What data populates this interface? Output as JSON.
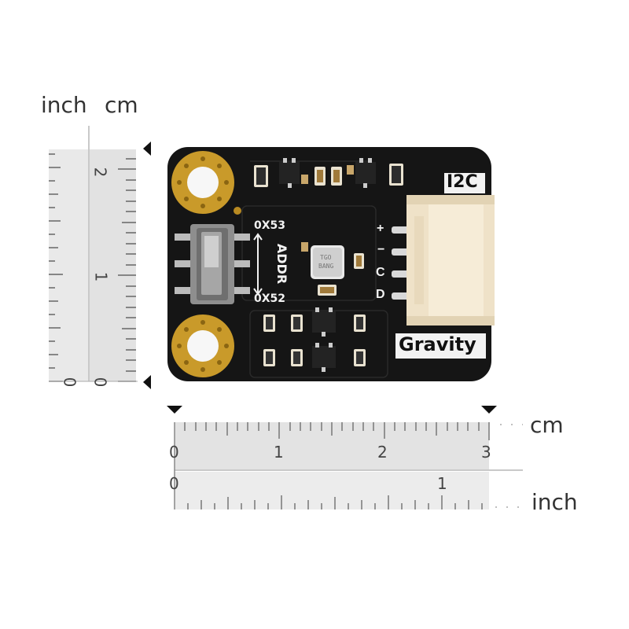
{
  "units": {
    "inch": "inch",
    "cm": "cm"
  },
  "left_ruler": {
    "inch_ticks": [
      "0"
    ],
    "cm_ticks": [
      "0",
      "1",
      "2"
    ]
  },
  "bottom_ruler": {
    "cm_ticks": [
      "0",
      "1",
      "2",
      "3"
    ],
    "inch_ticks": [
      "0",
      "1"
    ]
  },
  "board": {
    "connector_label": "I2C",
    "brand_label": "Gravity",
    "addr_label": "ADDR",
    "addr_high": "0X53",
    "addr_low": "0X52",
    "pin_labels": [
      "+",
      "−",
      "C",
      "D"
    ],
    "chip_marking": [
      "TGO",
      "BANG"
    ]
  },
  "colors": {
    "pcb": "#141414",
    "silk": "#f2f2f2",
    "pad_gold": "#c79a2e",
    "connector": "#efe2c8",
    "ruler": "#e6e6e6"
  }
}
